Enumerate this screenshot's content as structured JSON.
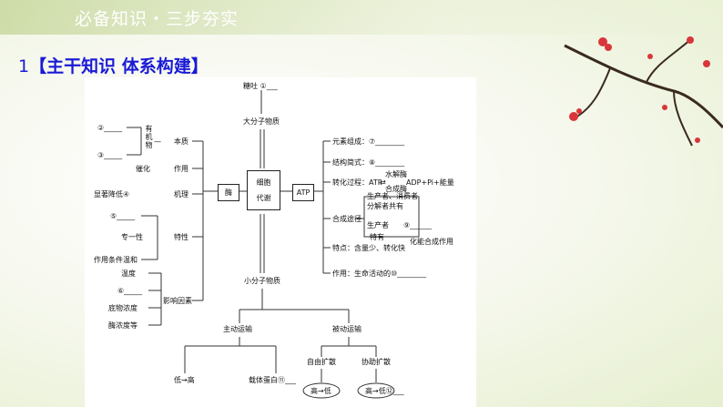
{
  "header": {
    "title": "必备知识・三步夯实"
  },
  "section": {
    "index": "1",
    "title": "【主干知识 体系构建】"
  },
  "diagram": {
    "top_label": "糖吐",
    "top_blank": "①___",
    "macro": "大分子物质",
    "micro": "小分子物质",
    "center": [
      "细胞",
      "代谢"
    ],
    "enzyme": "酶",
    "atp": "ATP",
    "left": {
      "organic_chars": [
        "有",
        "机",
        "物"
      ],
      "nature": "本质",
      "blank2": "②_____",
      "blank3": "③_____",
      "catalysis": "催化",
      "function": "作用",
      "mechanism_left": "显著降低④",
      "mechanism": "机理",
      "blank5": "⑤_____",
      "specificity": "专一性",
      "mild": "作用条件温和",
      "property": "特性",
      "temp": "温度",
      "blank6": "⑥_____",
      "substrate": "底物浓度",
      "enzyme_conc": "酶浓度等",
      "factors": "影响因素"
    },
    "right": {
      "element": "元素组成：⑦",
      "structure": "结构简式：⑧",
      "conversion": "转化过程：ATP",
      "hydrolase": "水解酶",
      "synthase": "合成酶",
      "adp": "ADP+Pi+能量",
      "producer_consumer": "生产者、消费者",
      "decomposer": "分解者共有",
      "pathway": "合成途径",
      "producer": "生产者",
      "blank9": "⑨",
      "unique": "特有",
      "chemo": "化能合成作用",
      "feature": "特点：含量少、转化快",
      "role": "作用：生命活动的⑩"
    },
    "bottom": {
      "active": "主动运输",
      "passive": "被动运输",
      "low_high": "低→高",
      "carrier": "载体蛋白⑪",
      "free": "自由扩散",
      "facilitated": "协助扩散",
      "high_low_1": "高→低",
      "high_low_2": "高→低⑫"
    }
  }
}
